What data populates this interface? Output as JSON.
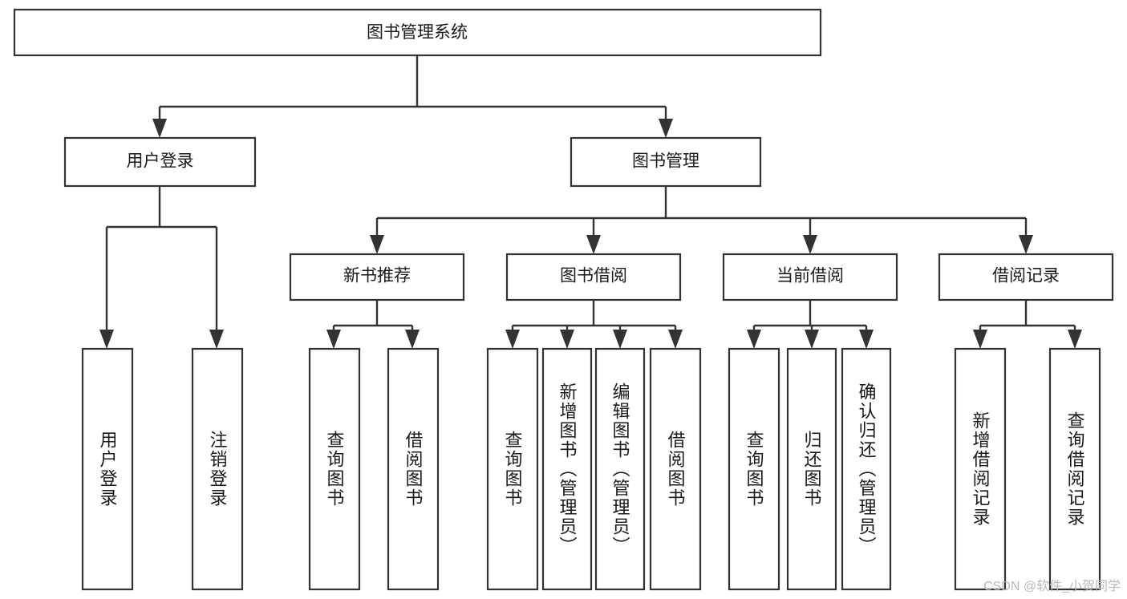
{
  "diagram": {
    "type": "hierarchy-tree",
    "title": "图书管理系统",
    "watermark": "CSDN @软件_小贺同学",
    "colors": {
      "box_stroke": "#333333",
      "box_fill": "#ffffff",
      "line": "#333333",
      "text": "#1a1a1a",
      "watermark": "#b9b9b9",
      "background": "#ffffff"
    },
    "levels": {
      "root": {
        "label": "图书管理系统"
      },
      "level2": [
        {
          "label": "用户登录"
        },
        {
          "label": "图书管理"
        }
      ],
      "level3": [
        {
          "label": "新书推荐"
        },
        {
          "label": "图书借阅"
        },
        {
          "label": "当前借阅"
        },
        {
          "label": "借阅记录"
        }
      ],
      "leaves": {
        "user_login": [
          {
            "label": "用户登录"
          },
          {
            "label": "注销登录"
          }
        ],
        "new_book": [
          {
            "label": "查询图书"
          },
          {
            "label": "借阅图书"
          }
        ],
        "book_borrow": [
          {
            "label": "查询图书"
          },
          {
            "label": "新增图书（管理员）"
          },
          {
            "label": "编辑图书（管理员）"
          },
          {
            "label": "借阅图书"
          }
        ],
        "current_borrow": [
          {
            "label": "查询图书"
          },
          {
            "label": "归还图书"
          },
          {
            "label": "确认归还（管理员）"
          }
        ],
        "borrow_record": [
          {
            "label": "新增借阅记录"
          },
          {
            "label": "查询借阅记录"
          }
        ]
      }
    }
  }
}
